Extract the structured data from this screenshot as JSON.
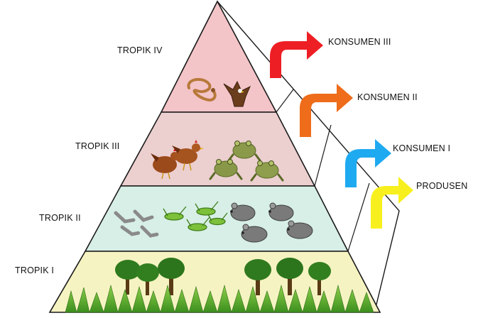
{
  "levels": [
    {
      "id": "tropik-iv",
      "label": "TROPIK IV",
      "color": "#f3c4c8",
      "icons": [
        "snake-icon",
        "eagle-icon"
      ]
    },
    {
      "id": "tropik-iii",
      "label": "TROPIK III",
      "color": "#eccfcf",
      "icons": [
        "chicken-icon",
        "frog-icon"
      ]
    },
    {
      "id": "tropik-ii",
      "label": "TROPIK II",
      "color": "#d7efe6",
      "icons": [
        "caterpillar-icon",
        "grasshopper-icon",
        "mouse-icon"
      ]
    },
    {
      "id": "tropik-i",
      "label": "TROPIK I",
      "color": "#f6f3c2",
      "icons": [
        "tree-icon",
        "grass-icon"
      ]
    }
  ],
  "consumers": [
    {
      "id": "konsumen-iii",
      "label": "KONSUMEN III",
      "arrow_color": "#ee1f24"
    },
    {
      "id": "konsumen-ii",
      "label": "KONSUMEN II",
      "arrow_color": "#ee6c1a"
    },
    {
      "id": "konsumen-i",
      "label": "KONSUMEN I",
      "arrow_color": "#1eaaf0"
    },
    {
      "id": "produsen",
      "label": "PRODUSEN",
      "arrow_color": "#f8f01e"
    }
  ]
}
